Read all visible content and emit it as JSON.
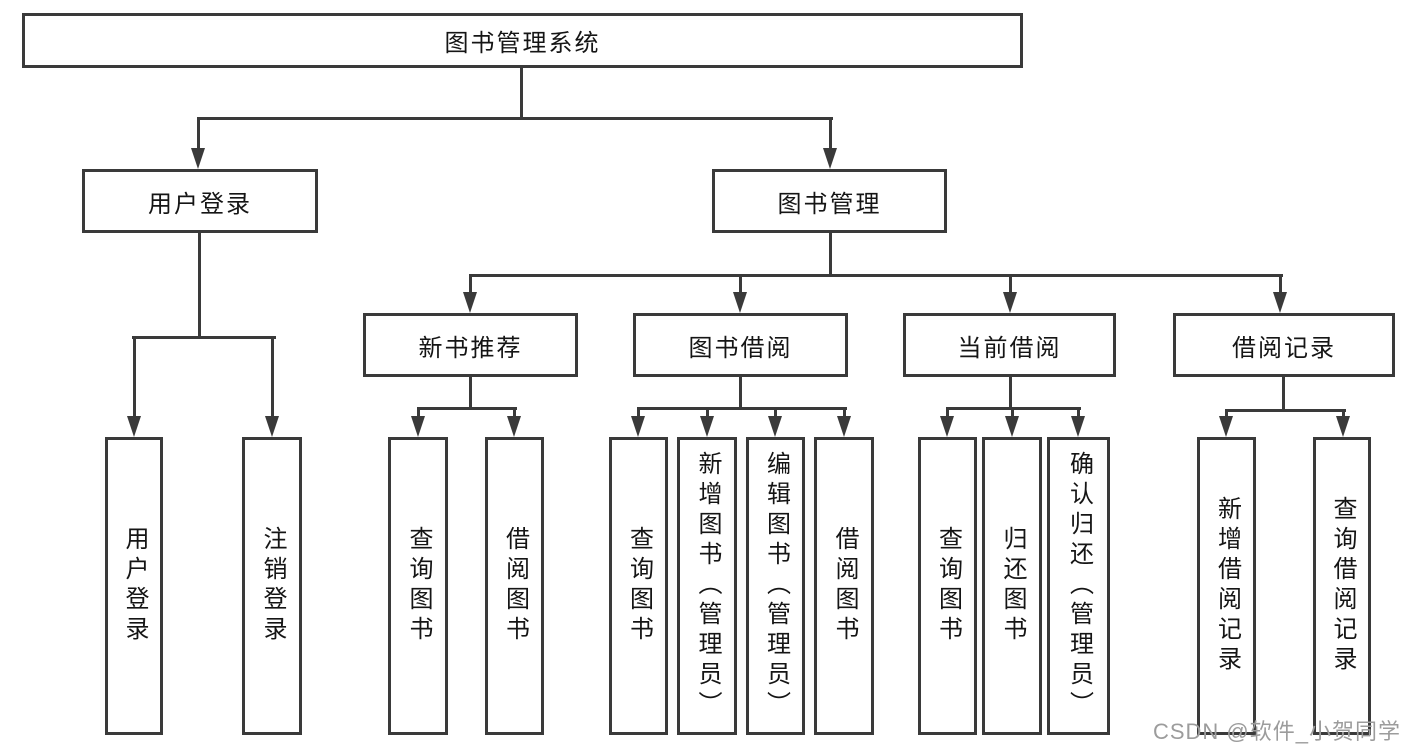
{
  "diagram": {
    "root": {
      "label": "图书管理系统"
    },
    "branches": [
      {
        "label": "用户登录",
        "children": [
          {
            "label": "用户登录"
          },
          {
            "label": "注销登录"
          }
        ]
      },
      {
        "label": "图书管理",
        "children": [
          {
            "label": "新书推荐",
            "children": [
              {
                "label": "查询图书"
              },
              {
                "label": "借阅图书"
              }
            ]
          },
          {
            "label": "图书借阅",
            "children": [
              {
                "label": "查询图书"
              },
              {
                "label": "新增图书（管理员）"
              },
              {
                "label": "编辑图书（管理员）"
              },
              {
                "label": "借阅图书"
              }
            ]
          },
          {
            "label": "当前借阅",
            "children": [
              {
                "label": "查询图书"
              },
              {
                "label": "归还图书"
              },
              {
                "label": "确认归还（管理员）"
              }
            ]
          },
          {
            "label": "借阅记录",
            "children": [
              {
                "label": "新增借阅记录"
              },
              {
                "label": "查询借阅记录"
              }
            ]
          }
        ]
      }
    ],
    "watermark": "CSDN @软件_小贺同学",
    "colors": {
      "line": "#3a3a3a",
      "text": "#151515",
      "watermark": "#9c9c9c",
      "background": "#ffffff"
    }
  }
}
